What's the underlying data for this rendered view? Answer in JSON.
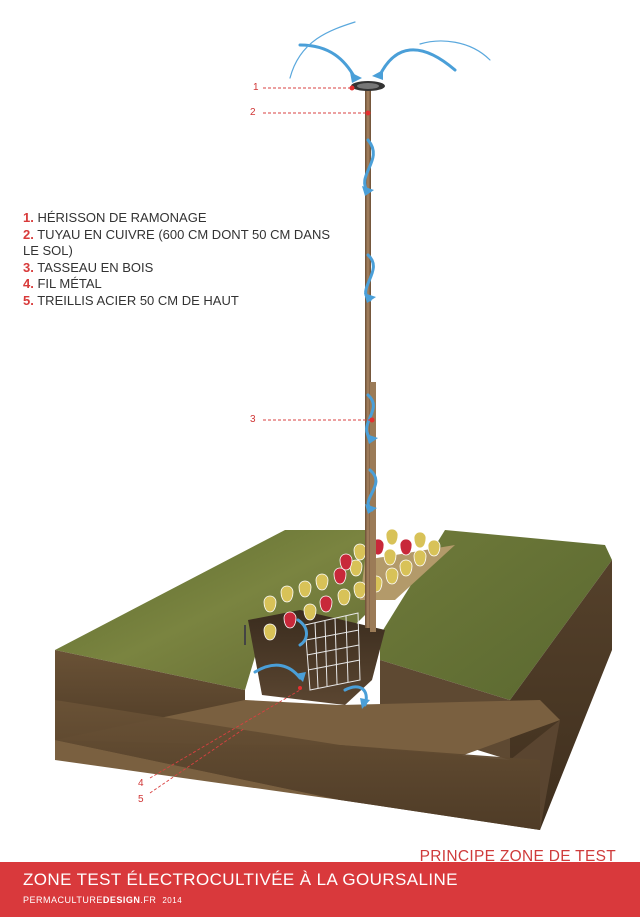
{
  "legend": {
    "items": [
      {
        "num": "1.",
        "text": "HÉRISSON DE RAMONAGE"
      },
      {
        "num": "2.",
        "text": "TUYAU EN CUIVRE (600 CM DONT 50 CM DANS LE SOL)"
      },
      {
        "num": "3.",
        "text": "TASSEAU EN BOIS"
      },
      {
        "num": "4.",
        "text": "FIL MÉTAL"
      },
      {
        "num": "5.",
        "text": "TREILLIS ACIER 50 CM DE HAUT"
      }
    ]
  },
  "callouts": [
    "1",
    "2",
    "3",
    "4",
    "5"
  ],
  "subtitle": "PRINCIPE ZONE DE TEST",
  "footer": {
    "title": "ZONE TEST ÉLECTROCULTIVÉE À LA GOURSALINE",
    "brand_light": "PERMACULTURE",
    "brand_bold": "DESIGN",
    "brand_suffix": ".FR",
    "year": "2014"
  },
  "colors": {
    "accent_red": "#d9393c",
    "grass": "#6e7a3a",
    "soil": "#5a4630",
    "arrow_blue": "#4a9fd8",
    "pipe": "#8a6a4a"
  }
}
